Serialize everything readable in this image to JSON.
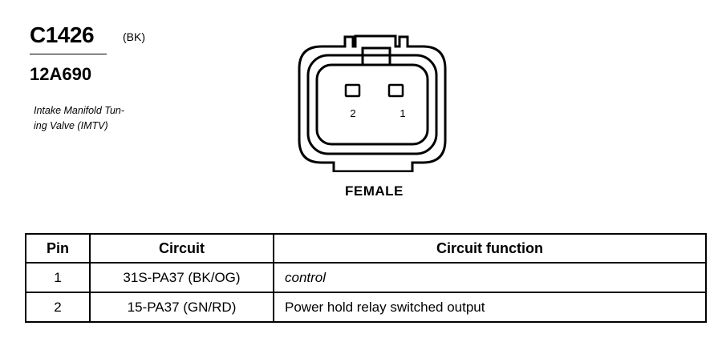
{
  "connector": {
    "id": "C1426",
    "color": "(BK)",
    "part_number": "12A690",
    "description": "Intake Manifold Tun-ing Valve (IMTV)",
    "description_lines": [
      "Intake Manifold Tun-",
      "ing Valve (IMTV)"
    ],
    "gender": "FEMALE",
    "pin_labels": [
      "2",
      "1"
    ]
  },
  "table": {
    "headers": [
      "Pin",
      "Circuit",
      "Circuit function"
    ],
    "rows": [
      {
        "pin": "1",
        "circuit": "31S-PA37 (BK/OG)",
        "function": "control"
      },
      {
        "pin": "2",
        "circuit": "15-PA37 (GN/RD)",
        "function": "Power hold relay switched output"
      }
    ]
  }
}
